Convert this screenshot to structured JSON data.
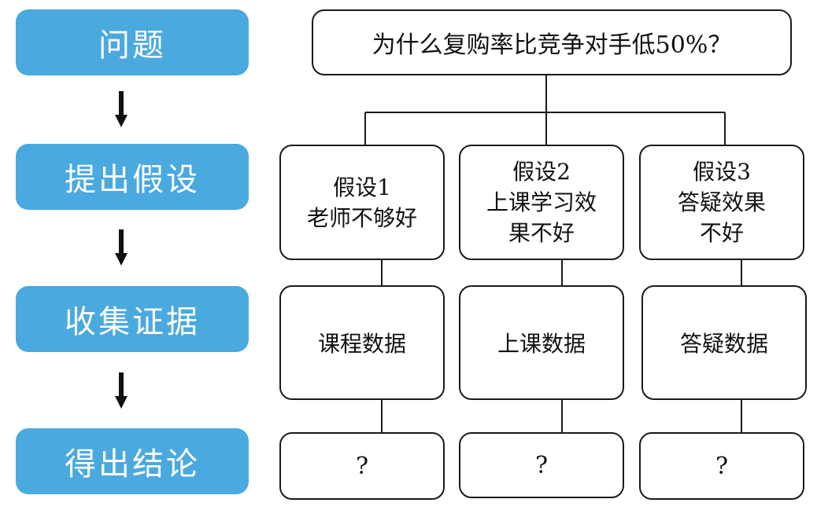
{
  "steps": {
    "question": "问题",
    "hypothesize": "提出假设",
    "evidence": "收集证据",
    "conclusion": "得出结论"
  },
  "question": "为什么复购率比竞争对手低50%？",
  "hypotheses": [
    {
      "title": "假设1",
      "desc_lines": [
        "老师不够好"
      ],
      "evidence": "课程数据",
      "result": "?"
    },
    {
      "title": "假设2",
      "desc_lines": [
        "上课学习效",
        "果不好"
      ],
      "evidence": "上课数据",
      "result": "?"
    },
    {
      "title": "假设3",
      "desc_lines": [
        "答疑效果",
        "不好"
      ],
      "evidence": "答疑数据",
      "result": "?"
    }
  ],
  "colors": {
    "step_fill": "#4aa9df",
    "step_text": "#ffffff",
    "line": "#1a1a1a"
  }
}
